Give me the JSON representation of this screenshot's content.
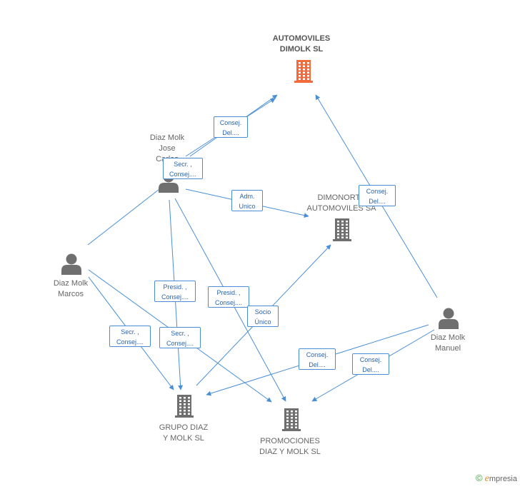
{
  "nodes": [
    {
      "id": "automoviles",
      "kind": "company",
      "highlight": true,
      "lines": [
        "AUTOMOVILES",
        "DIMOLK SL"
      ]
    },
    {
      "id": "jose",
      "kind": "person",
      "lines": [
        "Diaz Molk",
        "Jose",
        "Carlos"
      ]
    },
    {
      "id": "dimonort",
      "kind": "company",
      "lines": [
        "DIMONORTE",
        "AUTOMOVILES SA"
      ]
    },
    {
      "id": "marcos",
      "kind": "person",
      "lines": [
        "Diaz Molk",
        "Marcos"
      ]
    },
    {
      "id": "manuel",
      "kind": "person",
      "lines": [
        "Diaz Molk",
        "Manuel"
      ]
    },
    {
      "id": "grupo",
      "kind": "company",
      "lines": [
        "GRUPO DIAZ",
        "Y MOLK SL"
      ]
    },
    {
      "id": "promociones",
      "kind": "company",
      "lines": [
        "PROMOCIONES",
        "DIAZ Y MOLK SL"
      ]
    }
  ],
  "edge_labels": [
    {
      "id": "e1",
      "lines": [
        "Consej.",
        "Del...."
      ]
    },
    {
      "id": "e2",
      "lines": [
        "Secr. ,",
        "Consej...."
      ]
    },
    {
      "id": "e3",
      "lines": [
        "Adm.",
        "Unico"
      ]
    },
    {
      "id": "e4",
      "lines": [
        "Consej.",
        "Del...."
      ]
    },
    {
      "id": "e5",
      "lines": [
        "Presid. ,",
        "Consej...."
      ]
    },
    {
      "id": "e6",
      "lines": [
        "Presid. ,",
        "Consej...."
      ]
    },
    {
      "id": "e7",
      "lines": [
        "Socio",
        "Único"
      ]
    },
    {
      "id": "e8",
      "lines": [
        "Secr. ,",
        "Consej...."
      ]
    },
    {
      "id": "e9",
      "lines": [
        "Secr. ,",
        "Consej...."
      ]
    },
    {
      "id": "e10",
      "lines": [
        "Consej.",
        "Del...."
      ]
    },
    {
      "id": "e11",
      "lines": [
        "Consej.",
        "Del...."
      ]
    }
  ],
  "colors": {
    "edge": "#4a8fd6",
    "icon": "#6f6f6f",
    "highlight": "#f26b3a"
  },
  "brand": {
    "symbol": "©",
    "initial": "e",
    "rest": "mpresia"
  }
}
